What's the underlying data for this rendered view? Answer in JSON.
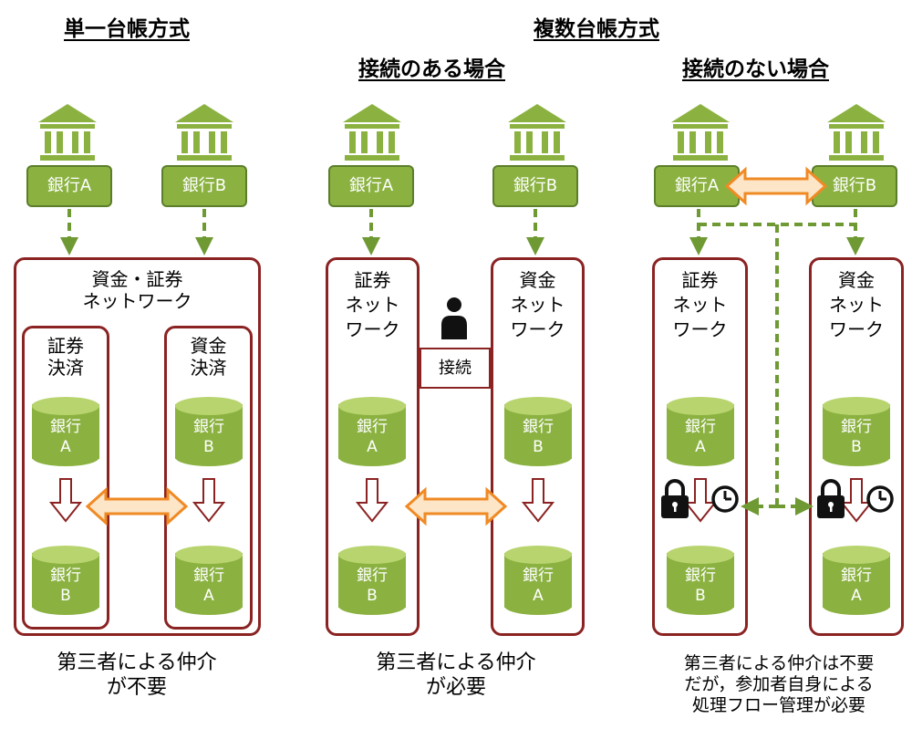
{
  "titles": {
    "single": "単一台帳方式",
    "multi": "複数台帳方式",
    "connected": "接続のある場合",
    "unconnected": "接続のない場合"
  },
  "labels": {
    "bank_a": "銀行A",
    "bank_b": "銀行B",
    "network_combined": "資金・証券\nネットワーク",
    "securities_settlement": "証券\n決済",
    "funds_settlement": "資金\n決済",
    "securities_network": "証券\nネット\nワーク",
    "funds_network": "資金\nネット\nワーク",
    "connection": "接続",
    "cylinder_a": "銀行\nA",
    "cylinder_b": "銀行\nB"
  },
  "captions": {
    "single": "第三者による仲介\nが不要",
    "connected": "第三者による仲介\nが必要",
    "unconnected": "第三者による仲介は不要\nだが，参加者自身による\n処理フロー管理が必要"
  },
  "icons": [
    "bank-icon",
    "person-icon",
    "lock-icon",
    "clock-icon"
  ],
  "colors": {
    "green": "#8bb241",
    "dark_green": "#5b7e2a",
    "frame": "#8b2323",
    "orange": "#f08a24",
    "pale_orange": "#fde5c8"
  }
}
